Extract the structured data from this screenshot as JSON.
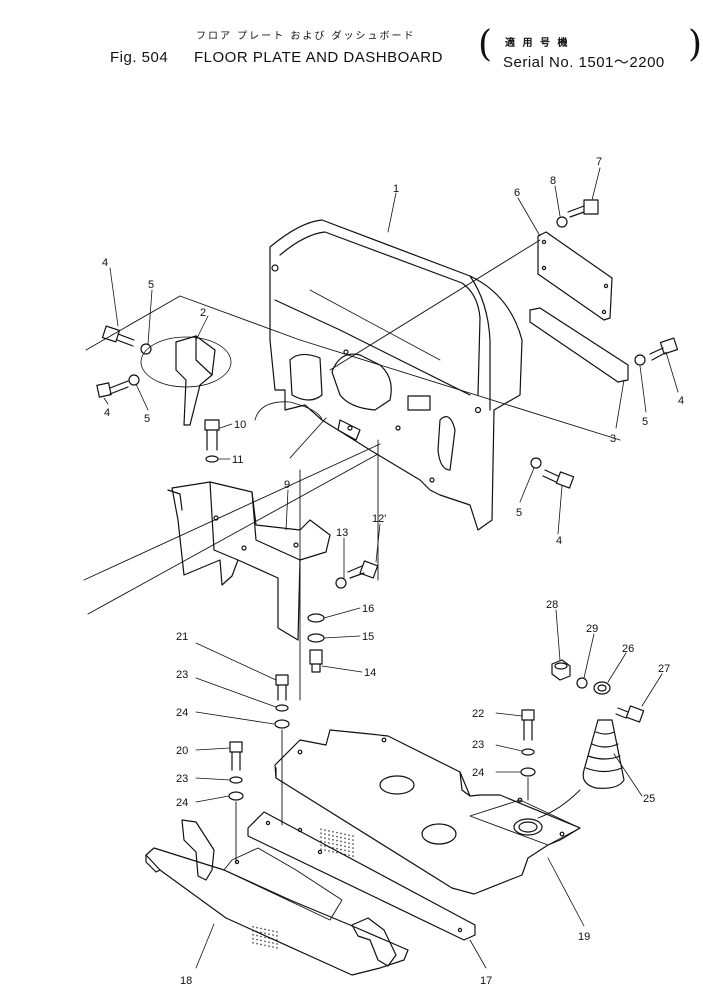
{
  "header": {
    "jp_title": "フロア プレート および ダッシュボード",
    "fig_label": "Fig. 504",
    "title": "FLOOR PLATE AND DASHBOARD",
    "jp_serial": "適 用 号 機",
    "serial": "Serial No. 1501～2200"
  },
  "callouts": {
    "c1": "1",
    "c2": "2",
    "c3": "3",
    "c4a": "4",
    "c4b": "4",
    "c4c": "4",
    "c4d": "4",
    "c5a": "5",
    "c5b": "5",
    "c5c": "5",
    "c5d": "5",
    "c6": "6",
    "c7": "7",
    "c8": "8",
    "c9": "9",
    "c10": "10",
    "c11": "11",
    "c12": "12'",
    "c13": "13",
    "c14": "14",
    "c15": "15",
    "c16": "16",
    "c17": "17",
    "c18": "18",
    "c19": "19",
    "c20": "20",
    "c21": "21",
    "c22": "22",
    "c23a": "23",
    "c23b": "23",
    "c23c": "23",
    "c24a": "24",
    "c24b": "24",
    "c24c": "24",
    "c25": "25",
    "c26": "26",
    "c27": "27",
    "c28": "28",
    "c29": "29"
  }
}
